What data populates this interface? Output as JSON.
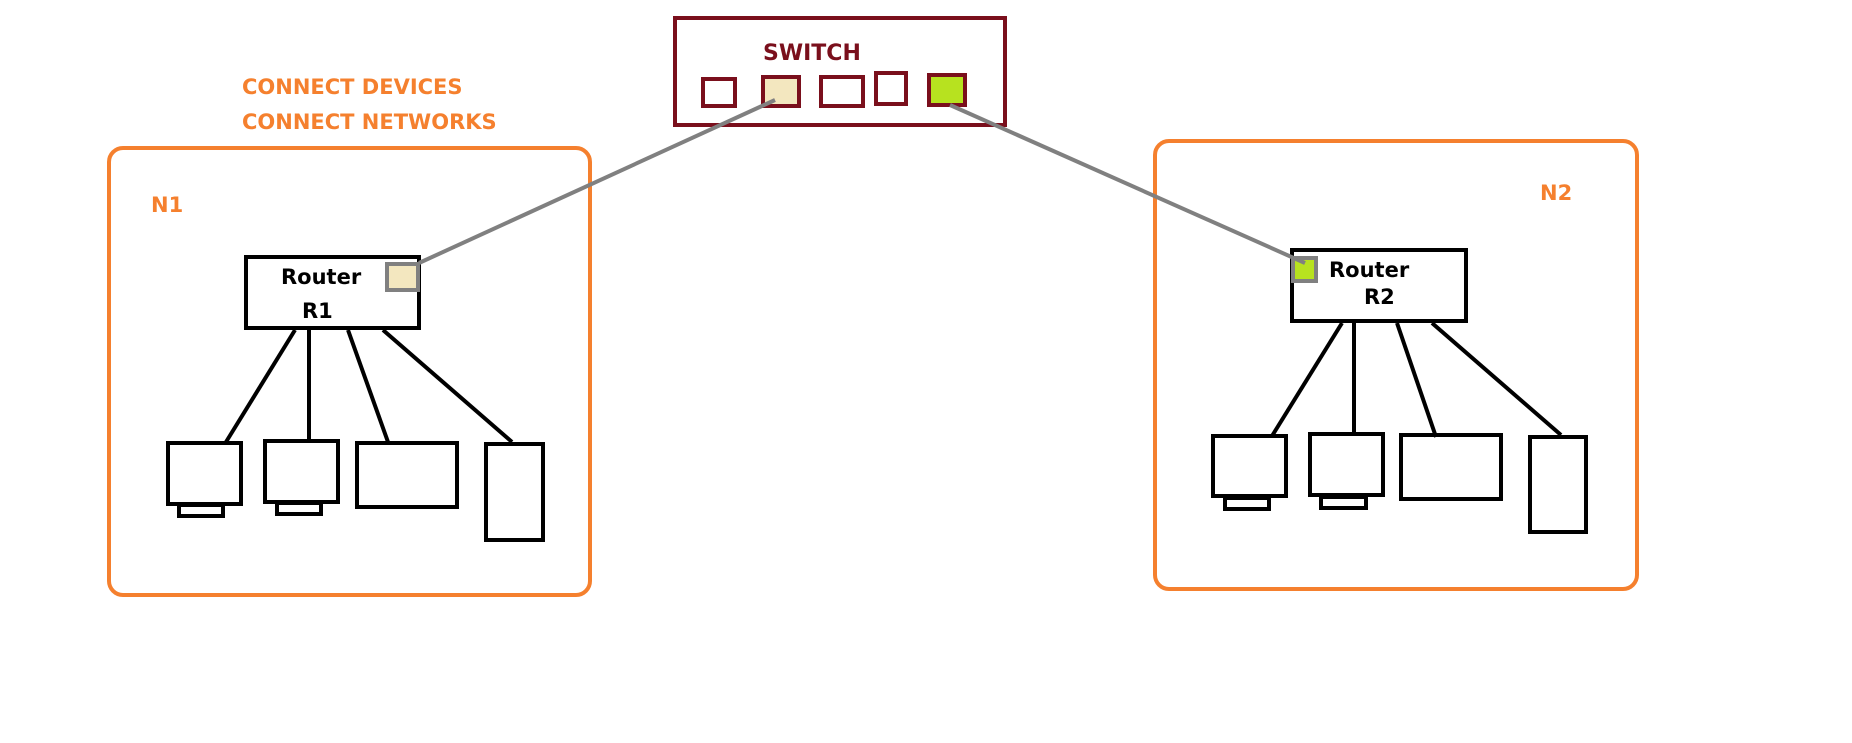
{
  "annotations": {
    "line1": "CONNECT DEVICES",
    "line2": "CONNECT NETWORKS"
  },
  "switch": {
    "label": "SWITCH"
  },
  "networks": [
    {
      "label": "N1",
      "router_line1": "Router",
      "router_line2": "R1"
    },
    {
      "label": "N2",
      "router_line1": "Router",
      "router_line2": "R2"
    }
  ],
  "colors": {
    "network_border": "#f5802e",
    "annotation_text": "#f5802e",
    "switch_border": "#7a0f1c",
    "port_r1": "#f3e7bf",
    "port_r2": "#b7e21f",
    "link_line": "#808080",
    "device_stroke": "#000000"
  }
}
